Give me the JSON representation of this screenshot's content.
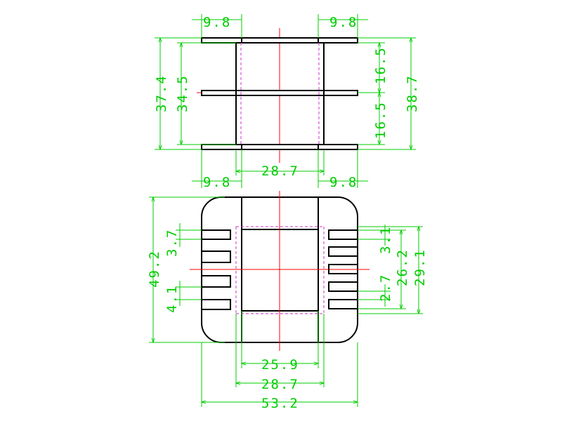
{
  "colors": {
    "object": "#000000",
    "dimension": "#00cc00",
    "centerline": "#ff0000",
    "hidden": "#cc33cc",
    "background": "#ffffff"
  },
  "top_view": {
    "flange_width_top_left": "9.8",
    "flange_width_top_right": "9.8",
    "flange_width_bottom_left": "9.8",
    "flange_width_bottom_right": "9.8",
    "height_outer_left": "37.4",
    "height_inner_left": "34.5",
    "height_upper_right": "16.5",
    "height_lower_right": "16.5",
    "height_total_right": "38.7",
    "body_width": "28.7"
  },
  "front_view": {
    "overall_height": "49.2",
    "left_slot_pitch": "3.7",
    "left_slot_width": "4.1",
    "right_slot_pitch_top": "3.1",
    "right_slot_pitch_bottom": "2.7",
    "right_span_inner": "26.2",
    "right_span_outer": "29.1",
    "window_width": "25.9",
    "body_width": "28.7",
    "overall_width": "53.2"
  }
}
